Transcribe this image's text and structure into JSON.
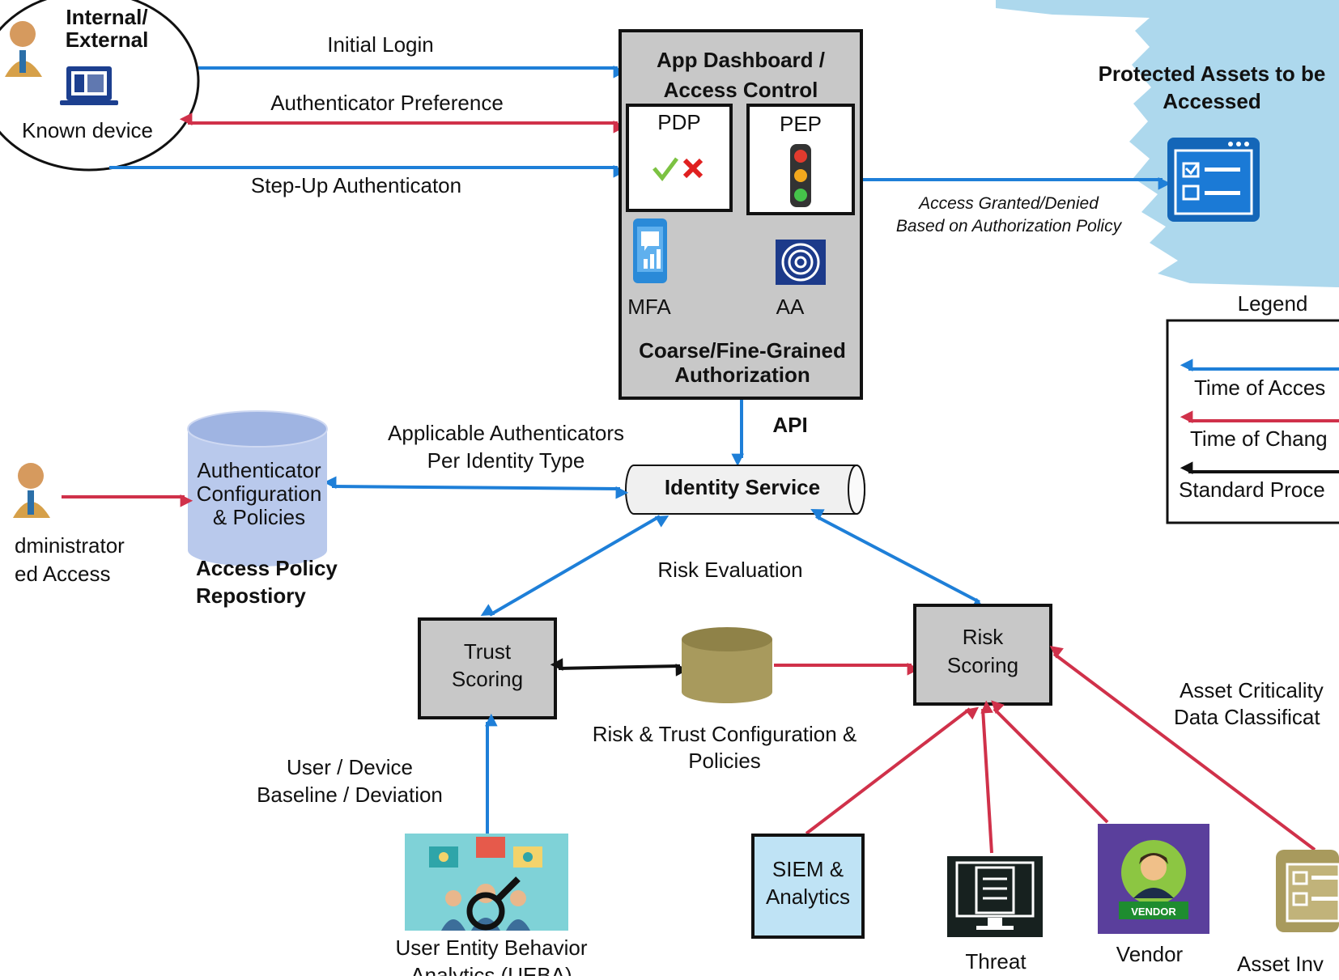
{
  "colors": {
    "blue_flow": "#1e7fd8",
    "red_flow": "#d0314a",
    "black_flow": "#111111",
    "box_grey": "#c8c8c8",
    "siem_fill": "#bfe3f5",
    "policy_db": "#b9c9ec",
    "risk_db": "#a89a5d"
  },
  "user_circle": {
    "title_line1": "Internal/",
    "title_line2": "External",
    "device_label": "Known device"
  },
  "flows": {
    "initial_login": "Initial Login",
    "authenticator_preference": "Authenticator Preference",
    "step_up": "Step-Up Authenticaton",
    "access_line1": "Access Granted/Denied",
    "access_line2": "Based on Authorization Policy",
    "applicable_line1": "Applicable Authenticators",
    "applicable_line2": "Per Identity Type",
    "api": "API",
    "risk_evaluation": "Risk Evaluation",
    "baseline_line1": "User / Device",
    "baseline_line2": "Baseline / Deviation",
    "asset_line1": "Asset Criticality",
    "asset_line2": "Data Classificat"
  },
  "dashboard": {
    "title_line1": "App Dashboard /",
    "title_line2": "Access Control",
    "pdp": "PDP",
    "pep": "PEP",
    "mfa": "MFA",
    "aa": "AA",
    "footer_line1": "Coarse/Fine-Grained",
    "footer_line2": "Authorization"
  },
  "protected": {
    "title_line1": "Protected Assets to be",
    "title_line2": "Accessed"
  },
  "legend": {
    "title": "Legend",
    "items": [
      "Time of Acces",
      "Time of Chang",
      "Standard Proce"
    ]
  },
  "policy_repo": {
    "db_line1": "Authenticator",
    "db_line2": "Configuration",
    "db_line3": "& Policies",
    "title_line1": "Access Policy",
    "title_line2": "Repostiory"
  },
  "admin": {
    "line1": "dministrator",
    "line2": "ed Access"
  },
  "identity_service": "Identity Service",
  "trust_scoring": {
    "line1": "Trust",
    "line2": "Scoring"
  },
  "risk_scoring": {
    "line1": "Risk",
    "line2": "Scoring"
  },
  "risk_trust_config": {
    "line1": "Risk & Trust Configuration &",
    "line2": "Policies"
  },
  "ueba": {
    "line1": "User Entity Behavior",
    "line2": "Analytics (UEBA)"
  },
  "siem": {
    "line1": "SIEM &",
    "line2": "Analytics"
  },
  "threat": "Threat",
  "vendor": {
    "label": "Vendor",
    "badge": "VENDOR"
  },
  "asset_inventory": "Asset Inv"
}
